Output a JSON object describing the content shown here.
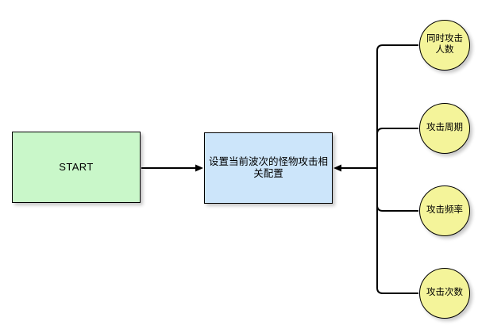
{
  "diagram": {
    "type": "flowchart",
    "background_color": "#ffffff",
    "edge_color": "#000000",
    "nodes": [
      {
        "id": "start",
        "label": "START",
        "shape": "rectangle",
        "fill": "#c9f7c9",
        "stroke": "#000000"
      },
      {
        "id": "config",
        "label": "设置当前波次的怪物攻击相\n关配置",
        "shape": "rectangle",
        "fill": "#cce5fa",
        "stroke": "#000000"
      },
      {
        "id": "concurrent",
        "label": "同时攻击\n人数",
        "shape": "ellipse",
        "fill": "#f4f49a",
        "stroke": "#000000"
      },
      {
        "id": "cycle",
        "label": "攻击周期",
        "shape": "ellipse",
        "fill": "#f4f49a",
        "stroke": "#000000"
      },
      {
        "id": "frequency",
        "label": "攻击频率",
        "shape": "ellipse",
        "fill": "#f4f49a",
        "stroke": "#000000"
      },
      {
        "id": "count",
        "label": "攻击次数",
        "shape": "ellipse",
        "fill": "#f4f49a",
        "stroke": "#000000"
      }
    ],
    "edges": [
      {
        "id": "start-to-config",
        "from": "start",
        "to": "config",
        "arrow": "to-target"
      },
      {
        "id": "concurrent-to-config",
        "from": "concurrent",
        "to": "config",
        "arrow": "to-target"
      },
      {
        "id": "cycle-to-config",
        "from": "cycle",
        "to": "config",
        "arrow": "to-target"
      },
      {
        "id": "frequency-to-config",
        "from": "frequency",
        "to": "config",
        "arrow": "to-target"
      },
      {
        "id": "count-to-config",
        "from": "count",
        "to": "config",
        "arrow": "to-target"
      }
    ]
  }
}
